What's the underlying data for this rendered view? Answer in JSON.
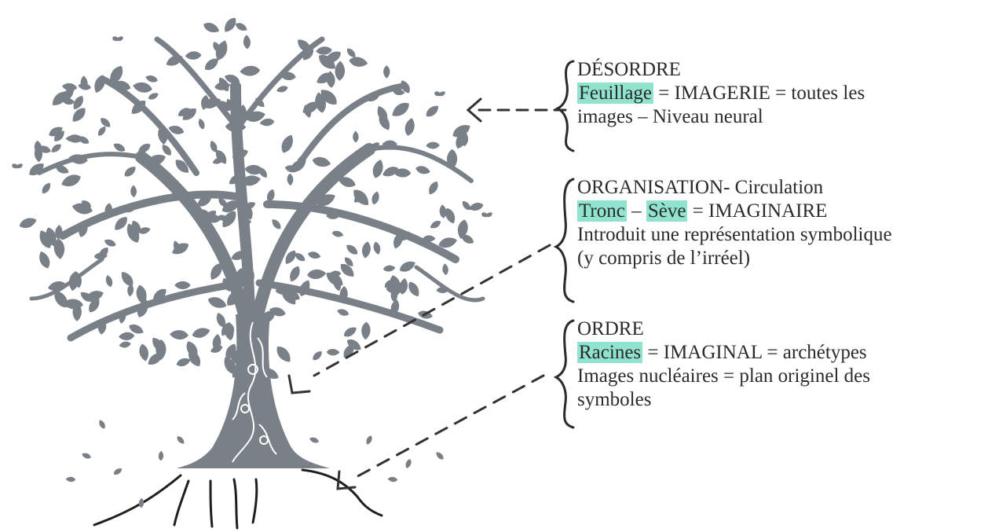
{
  "colors": {
    "tree": "#7a8087",
    "leaf": "#7a8087",
    "highlight": "#8fe3cf",
    "ink": "#2b2b2b",
    "arrow": "#333333"
  },
  "blocks": {
    "desordre": {
      "heading": "DÉSORDRE",
      "keyword": "Feuillage",
      "line1_rest": " = IMAGERIE = toutes les",
      "line2": "images – Niveau neural"
    },
    "organisation": {
      "heading": "ORGANISATION- Circulation",
      "keyword1": "Tronc",
      "separator": " – ",
      "keyword2": "Sève",
      "line1_rest": " = IMAGINAIRE",
      "line2": "Introduit une représentation symbolique",
      "line3": "(y compris de l’irréel)"
    },
    "ordre": {
      "heading": "ORDRE",
      "keyword": "Racines",
      "line1_rest": " = IMAGINAL = archétypes",
      "line2": "Images nucléaires = plan originel des",
      "line3": "symboles"
    }
  }
}
